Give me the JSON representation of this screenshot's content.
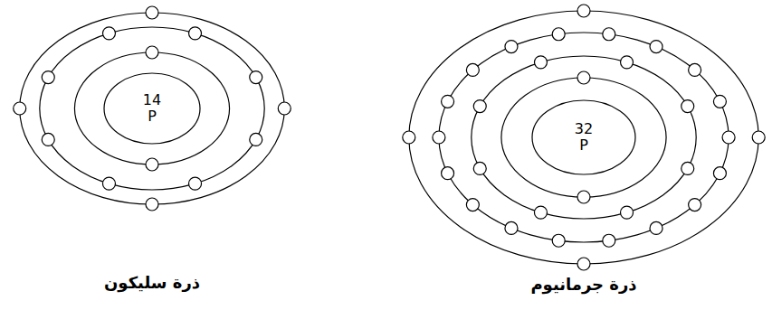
{
  "diagram": {
    "nodes": [
      {
        "text": [
          "14",
          "P"
        ]
      },
      {
        "text": [
          "32",
          "P"
        ]
      }
    ],
    "labels": [
      "ذرة سليكون",
      "ذرة جرمانيوم"
    ]
  }
}
